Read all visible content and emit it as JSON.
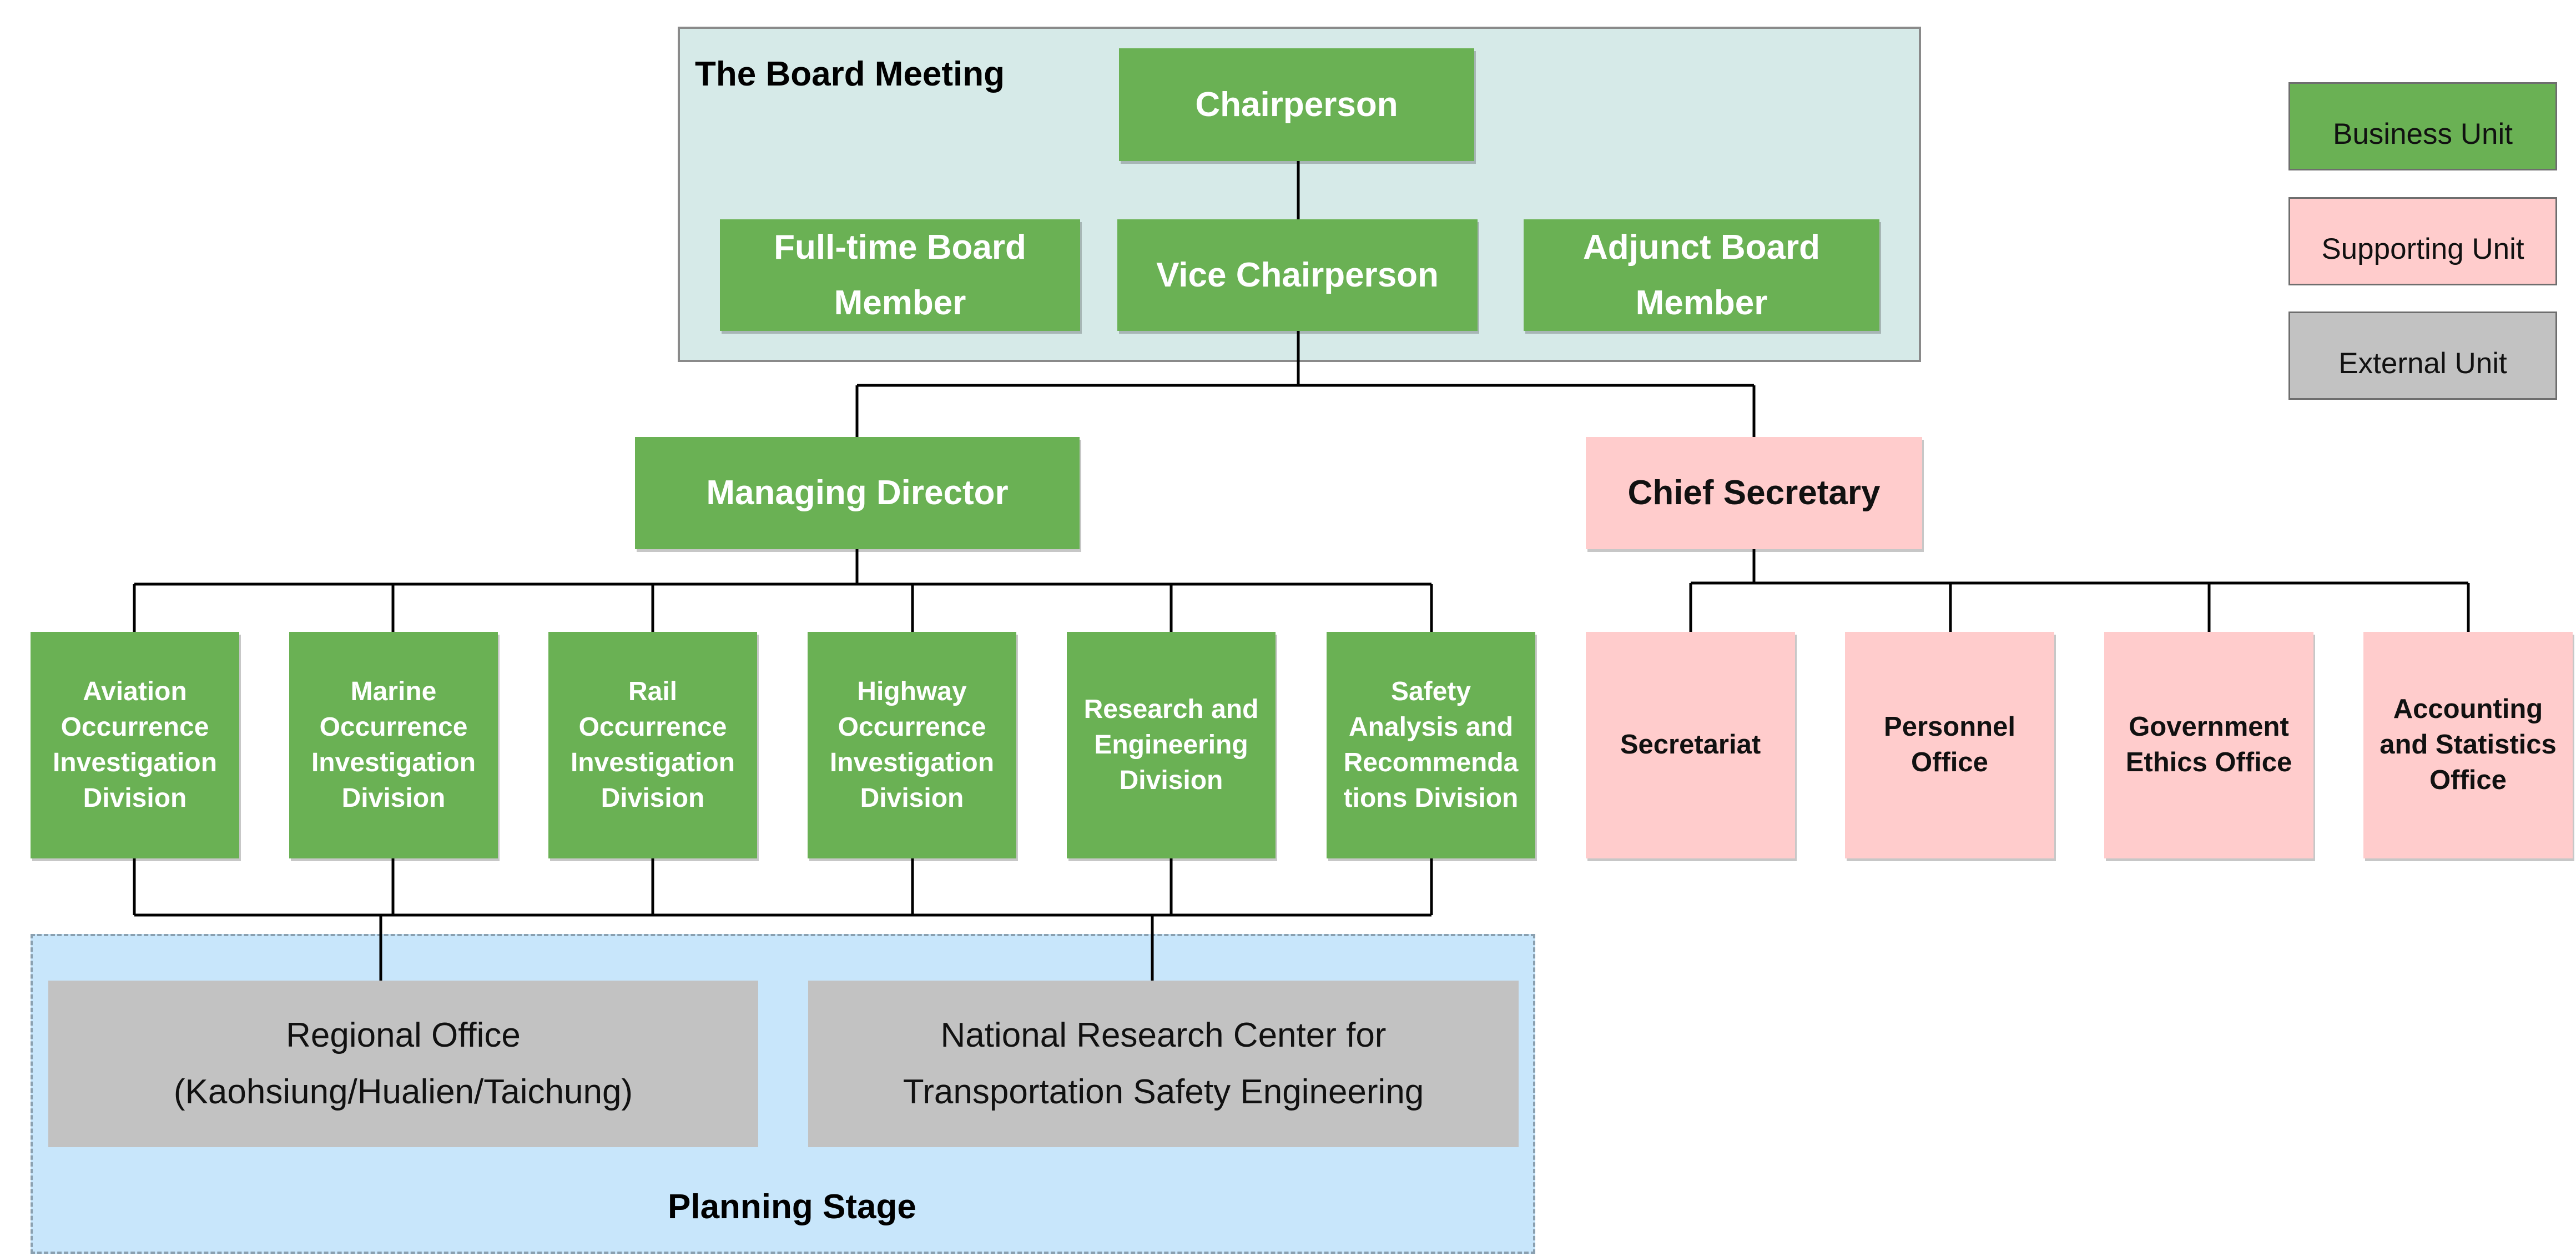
{
  "board": {
    "label": "The Board Meeting",
    "chairperson": "Chairperson",
    "fulltime_member": "Full-time Board\nMember",
    "vice_chairperson": "Vice Chairperson",
    "adjunct_member": "Adjunct Board\nMember"
  },
  "managing_director": "Managing Director",
  "chief_secretary": "Chief Secretary",
  "business_divisions": [
    {
      "label": "Aviation\nOccurrence\nInvestigation\nDivision"
    },
    {
      "label": "Marine\nOccurrence\nInvestigation\nDivision"
    },
    {
      "label": "Rail\nOccurrence\nInvestigation\nDivision"
    },
    {
      "label": "Highway\nOccurrence\nInvestigation\nDivision"
    },
    {
      "label": "Research and\nEngineering\nDivision"
    },
    {
      "label": "Safety\nAnalysis and\nRecommenda\ntions Division"
    }
  ],
  "supporting_offices": [
    {
      "label": "Secretariat"
    },
    {
      "label": "Personnel\nOffice"
    },
    {
      "label": "Government\nEthics Office"
    },
    {
      "label": "Accounting\nand Statistics\nOffice"
    }
  ],
  "planning": {
    "label": "Planning Stage",
    "regional_office": "Regional Office\n(Kaohsiung/Hualien/Taichung)",
    "research_center": "National  Research Center for\nTransportation Safety Engineering"
  },
  "legend": {
    "business": "Business Unit",
    "supporting": "Supporting Unit",
    "external": "External Unit"
  },
  "colors": {
    "business": "#6ab154",
    "supporting": "#ffcccc",
    "external": "#c2c2c2",
    "board_area": "#d6eae8",
    "planning_area": "#c8e6fb"
  }
}
